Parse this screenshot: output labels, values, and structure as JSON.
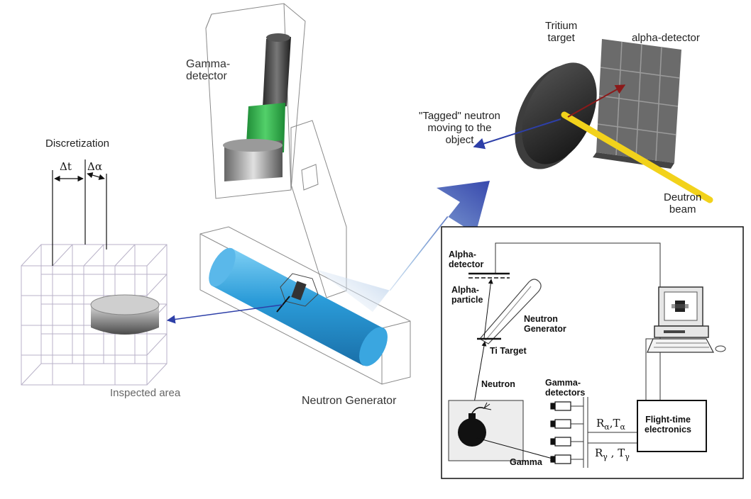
{
  "labels": {
    "gamma_detector": "Gamma-\ndetector",
    "discretization": "Discretization",
    "delta_t": "Δt",
    "delta_alpha": "Δα",
    "inspected_area": "Inspected area",
    "neutron_generator": "Neutron Generator",
    "tritium_target": "Tritium\ntarget",
    "alpha_detector": "alpha-detector",
    "tagged_neutron": "\"Tagged\" neutron\nmoving to the\nobject",
    "deutron_beam": "Deutron\nbeam"
  },
  "schematic": {
    "alpha_detector": "Alpha-\ndetector",
    "alpha_particle": "Alpha-\nparticle",
    "neutron_generator": "Neutron\nGenerator",
    "ti_target": "Ti Target",
    "neutron": "Neutron",
    "gamma_detectors": "Gamma-\ndetectors",
    "gamma": "Gamma",
    "flight_time": "Flight-time\nelectronics",
    "r_alpha": "R",
    "r_alpha_sub": "α",
    "t_alpha": "T",
    "t_alpha_sub": "α",
    "r_gamma": "R",
    "r_gamma_sub": "γ",
    "t_gamma": "T",
    "t_gamma_sub": "γ"
  },
  "colors": {
    "generator_blue": "#2a9bd8",
    "detector_green": "#2bb34a",
    "arrow_blue": "#2d3fa8",
    "beam_yellow": "#f2d21b",
    "alpha_arrow": "#8b1a1a"
  }
}
